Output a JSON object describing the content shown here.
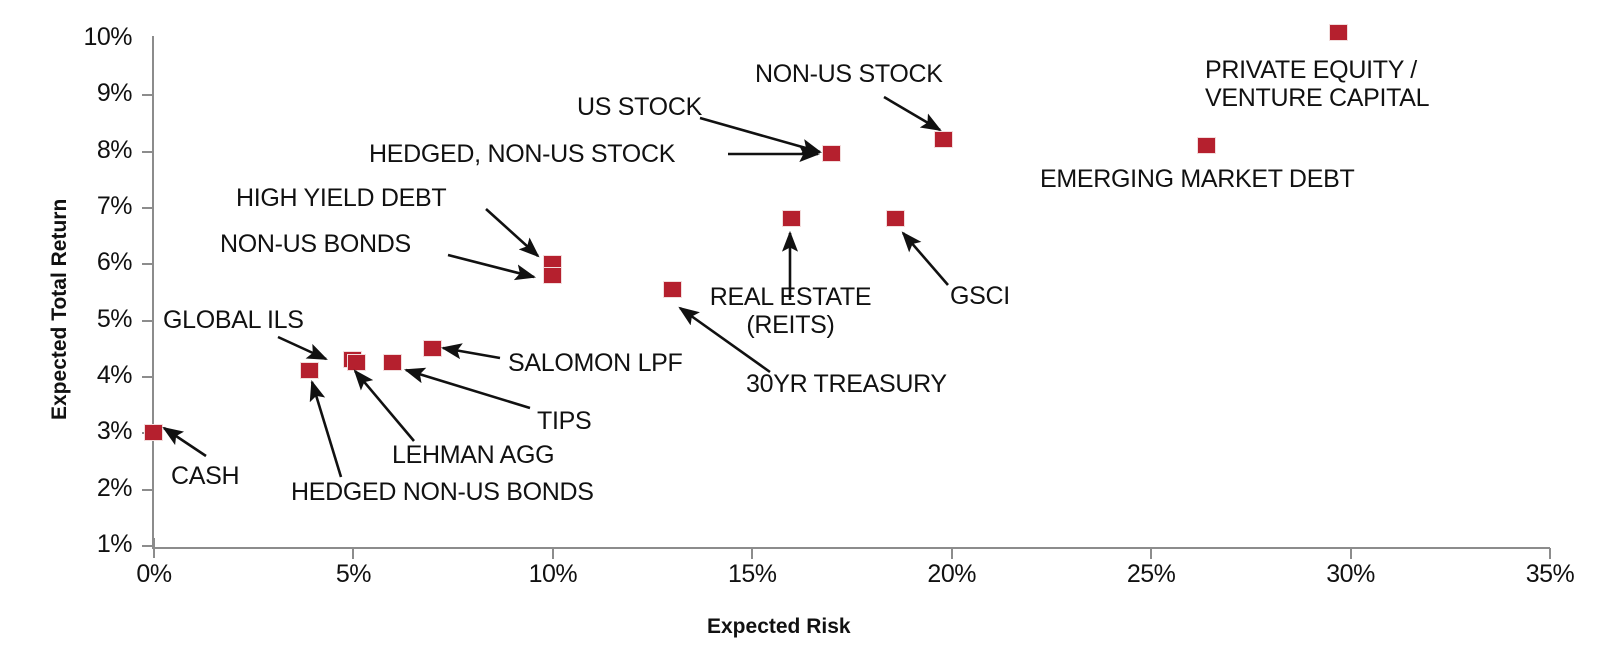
{
  "chart_data": {
    "type": "scatter",
    "title": "",
    "xlabel": "Expected Risk",
    "ylabel": "Expected Total Return",
    "xlim": [
      0,
      35
    ],
    "ylim": [
      1,
      10
    ],
    "xticks": [
      "0%",
      "5%",
      "10%",
      "15%",
      "20%",
      "25%",
      "30%",
      "35%"
    ],
    "xtick_values": [
      0,
      5,
      10,
      15,
      20,
      25,
      30,
      35
    ],
    "yticks": [
      "1%",
      "2%",
      "3%",
      "4%",
      "5%",
      "6%",
      "7%",
      "8%",
      "9%",
      "10%"
    ],
    "ytick_values": [
      1,
      2,
      3,
      4,
      5,
      6,
      7,
      8,
      9,
      10
    ],
    "grid": false,
    "legend": "none",
    "marker_color": "#b5202e",
    "axis_color": "#8c8c8c",
    "points": [
      {
        "label": "CASH",
        "x": 0.0,
        "y": 3.0
      },
      {
        "label": "GLOBAL ILS",
        "x": 3.9,
        "y": 4.1
      },
      {
        "label": "HEDGED NON-US BONDS",
        "x": 5.0,
        "y": 4.3
      },
      {
        "label": "LEHMAN AGG",
        "x": 5.1,
        "y": 4.25
      },
      {
        "label": "TIPS",
        "x": 6.0,
        "y": 4.25
      },
      {
        "label": "SALOMON LPF",
        "x": 7.0,
        "y": 4.5
      },
      {
        "label": "HIGH YIELD DEBT",
        "x": 10.0,
        "y": 6.0
      },
      {
        "label": "NON-US BONDS",
        "x": 10.0,
        "y": 5.8
      },
      {
        "label": "30YR TREASURY",
        "x": 13.0,
        "y": 5.55
      },
      {
        "label": "REAL ESTATE (REITS)",
        "x": 16.0,
        "y": 6.8
      },
      {
        "label": "US STOCK",
        "x": 17.0,
        "y": 7.95
      },
      {
        "label": "GSCI",
        "x": 18.6,
        "y": 6.8
      },
      {
        "label": "NON-US STOCK",
        "x": 19.8,
        "y": 8.2
      },
      {
        "label": "EMERGING MARKET DEBT",
        "x": 26.4,
        "y": 8.1
      },
      {
        "label": "PRIVATE EQUITY / VENTURE CAPITAL",
        "x": 29.7,
        "y": 10.1
      }
    ]
  },
  "annotations": [
    {
      "id": "non-us-stock",
      "text": "NON-US STOCK"
    },
    {
      "id": "us-stock",
      "text": "US STOCK"
    },
    {
      "id": "private-equity-1",
      "text": "PRIVATE EQUITY /"
    },
    {
      "id": "private-equity-2",
      "text": "VENTURE CAPITAL"
    },
    {
      "id": "hedged-non-us-stock",
      "text": "HEDGED, NON-US STOCK"
    },
    {
      "id": "emerging-market-debt",
      "text": "EMERGING MARKET DEBT"
    },
    {
      "id": "high-yield-debt",
      "text": "HIGH YIELD DEBT"
    },
    {
      "id": "non-us-bonds",
      "text": "NON-US BONDS"
    },
    {
      "id": "global-ils",
      "text": "GLOBAL ILS"
    },
    {
      "id": "real-estate-1",
      "text": "REAL ESTATE"
    },
    {
      "id": "real-estate-2",
      "text": "(REITS)"
    },
    {
      "id": "gsci",
      "text": "GSCI"
    },
    {
      "id": "salomon-lpf",
      "text": "SALOMON LPF"
    },
    {
      "id": "30yr-treasury",
      "text": "30YR TREASURY"
    },
    {
      "id": "tips",
      "text": "TIPS"
    },
    {
      "id": "lehman-agg",
      "text": "LEHMAN AGG"
    },
    {
      "id": "cash",
      "text": "CASH"
    },
    {
      "id": "hedged-non-us-bonds",
      "text": "HEDGED NON-US BONDS"
    }
  ],
  "axis": {
    "x_title": "Expected Risk",
    "y_title": "Expected Total Return",
    "x_ticks": [
      "0%",
      "5%",
      "10%",
      "15%",
      "20%",
      "25%",
      "30%",
      "35%"
    ],
    "y_ticks": [
      "10%",
      "9%",
      "8%",
      "7%",
      "6%",
      "5%",
      "4%",
      "3%",
      "2%",
      "1%"
    ]
  }
}
